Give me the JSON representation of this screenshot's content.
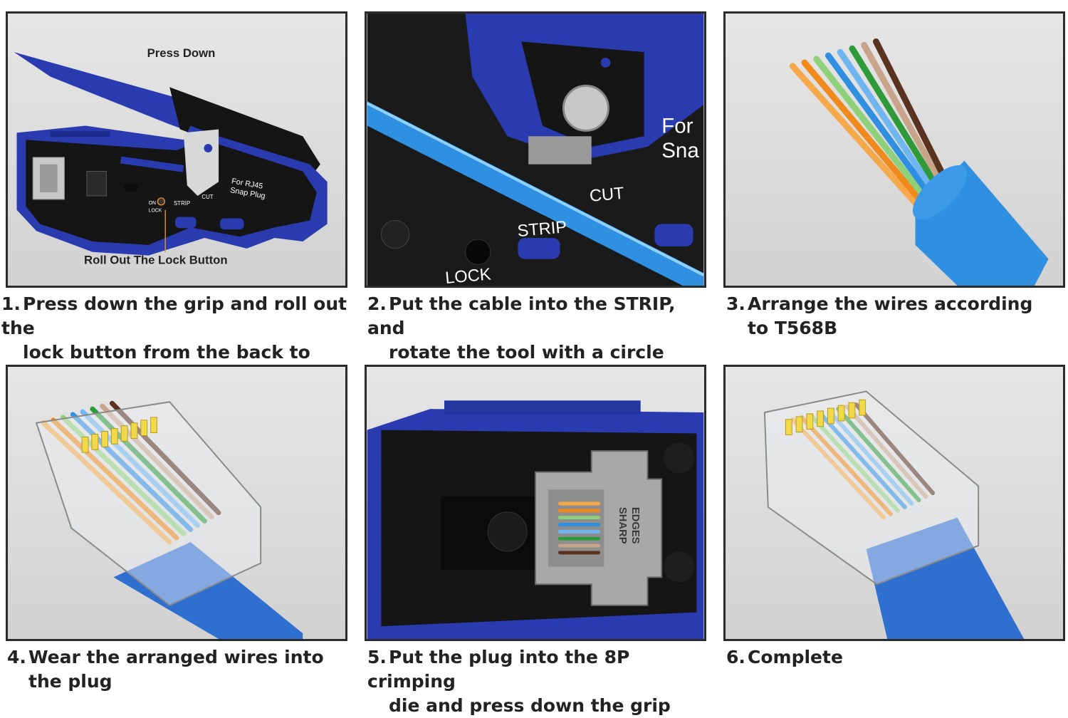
{
  "panels": [
    {
      "labels": {
        "press_down": "Press Down",
        "for_rj45": "For RJ45",
        "snap_plug": "Snap Plug",
        "cut": "CUT",
        "strip": "STRIP",
        "on": "ON",
        "lock": "LOCK",
        "roll_out": "Roll Out The Lock Button"
      },
      "caption": {
        "number": "1.",
        "line1": "Press down the grip and roll out the",
        "line2": "lock button from the back to unlock"
      }
    },
    {
      "labels": {
        "for": "For",
        "sna": "Sna",
        "cut": "CUT",
        "strip": "STRIP",
        "lock": "LOCK"
      },
      "caption": {
        "number": "2.",
        "line1": "Put the cable into the STRIP, and",
        "line2": "rotate the tool with a circle"
      }
    },
    {
      "labels": {},
      "caption": {
        "number": "3.",
        "line1": "Arrange the wires according",
        "line2": "to T568B"
      }
    },
    {
      "labels": {},
      "caption": {
        "number": "4.",
        "line1": "Wear the arranged wires into",
        "line2": "the plug"
      }
    },
    {
      "labels": {
        "sharp": "SHARP",
        "edges": "EDGES"
      },
      "caption": {
        "number": "5.",
        "line1": "Put the plug into the 8P crimping",
        "line2": "die and press down the grip"
      }
    },
    {
      "labels": {},
      "caption": {
        "number": "6.",
        "line1": "Complete",
        "line2": ""
      }
    }
  ],
  "colors": {
    "tool_blue": "#2a3bb0",
    "tool_black": "#151515",
    "cable_blue": "#2f8fe0",
    "callout_orange": "#e08a2a"
  },
  "wire_colors": [
    "#f5a94a",
    "#f08a1c",
    "#8fd07a",
    "#2f8fe0",
    "#6fb5f0",
    "#2e9a3a",
    "#c8a58a",
    "#5a3220"
  ]
}
